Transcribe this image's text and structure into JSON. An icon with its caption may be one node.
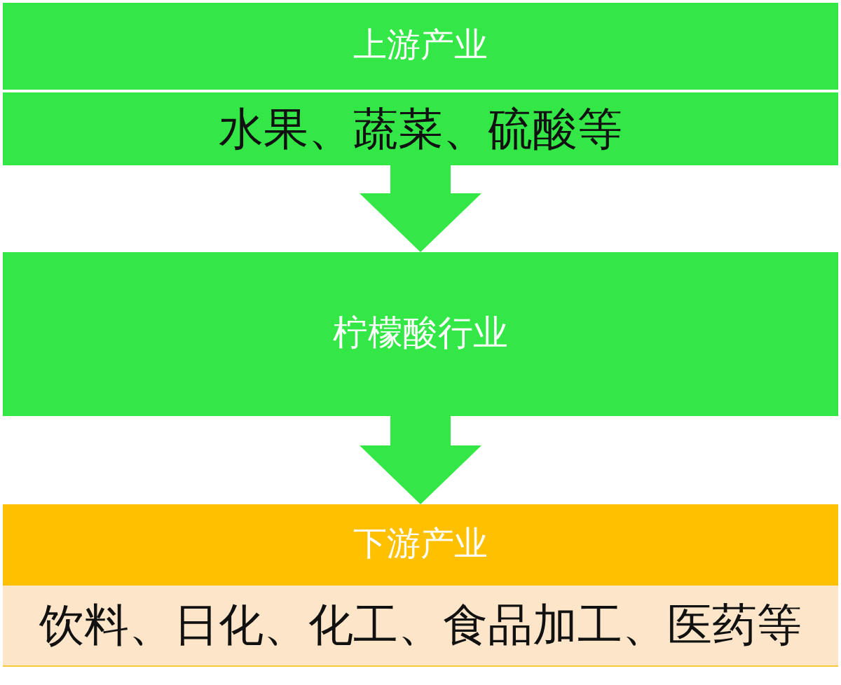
{
  "diagram": {
    "nodes": [
      {
        "text": [
          "上游产业"
        ]
      },
      {
        "text": [
          "水果、蔬菜、硫酸等"
        ]
      },
      {
        "text": [
          "柠檬酸行业"
        ]
      },
      {
        "text": [
          "下游产业"
        ]
      },
      {
        "text": [
          "饮料、日化、化工、食品加工、医药等"
        ]
      }
    ],
    "edges": [
      {
        "from": 1,
        "to": 2,
        "arrow": "to"
      },
      {
        "from": 2,
        "to": 3,
        "arrow": "to"
      }
    ]
  }
}
